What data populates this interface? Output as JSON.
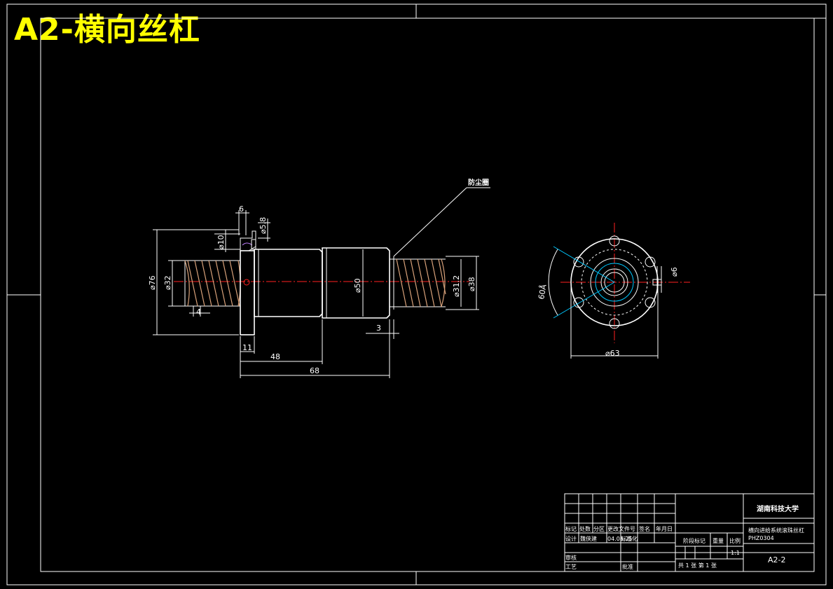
{
  "title": "A2-横向丝杠",
  "callout": "防尘圈",
  "dimensions": {
    "d6": "6",
    "d5_8": "⌀5.8",
    "d10": "⌀10",
    "d76": "⌀76",
    "d32": "⌀32",
    "d4": "4",
    "d50": "⌀50",
    "d31_2": "⌀31.2",
    "d38": "⌀38",
    "d3": "3",
    "d11": "11",
    "d48": "48",
    "d68": "68",
    "d60": "60Å",
    "dphi6": "⌀6",
    "d63": "⌀63"
  },
  "title_block": {
    "school": "湖南科技大学",
    "drawing_name": "横向进给系统滚珠丝杠",
    "drawing_code": "PHZ0304",
    "sheet_no": "A2-2",
    "hdr_mark": "标记",
    "hdr_count": "处数",
    "hdr_zone": "分区",
    "hdr_doc": "更改文件号",
    "hdr_sign": "签名",
    "hdr_date": "年月日",
    "design": "设计",
    "designer": "魏侠建",
    "design_date": "04.05.25",
    "standard": "标准化",
    "review": "审核",
    "process": "工艺",
    "approve": "批准",
    "stage": "阶段标记",
    "weight": "重量",
    "scale": "比例",
    "scale_val": "1:1",
    "sheets": "共 1 张 第 1 张"
  },
  "colors": {
    "title": "#ffff00",
    "lines": "#ffffff",
    "center": "#ff2020",
    "cyan": "#00c8ff",
    "thread": "#d9a27a"
  }
}
